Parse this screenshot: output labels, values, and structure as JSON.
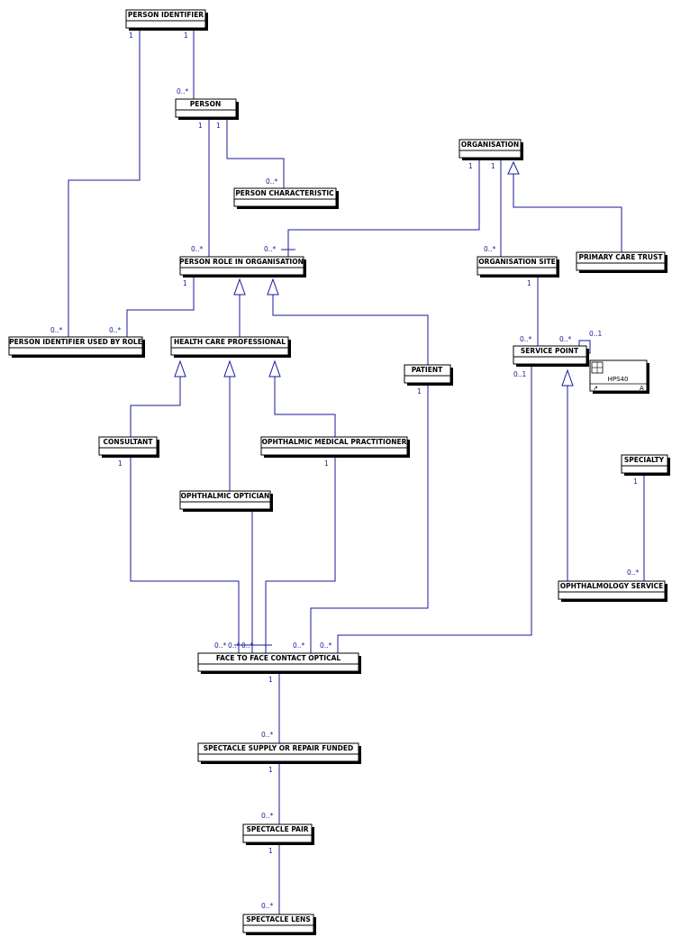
{
  "entities": {
    "person_identifier": "PERSON IDENTIFIER",
    "person": "PERSON",
    "person_characteristic": "PERSON CHARACTERISTIC",
    "organisation": "ORGANISATION",
    "person_role_in_organisation": "PERSON ROLE IN ORGANISATION",
    "organisation_site": "ORGANISATION SITE",
    "primary_care_trust": "PRIMARY CARE TRUST",
    "person_identifier_used_by_role": "PERSON IDENTIFIER USED BY ROLE",
    "health_care_professional": "HEALTH CARE PROFESSIONAL",
    "patient": "PATIENT",
    "service_point": "SERVICE POINT",
    "consultant": "CONSULTANT",
    "ophthalmic_medical_practitioner": "OPHTHALMIC MEDICAL PRACTITIONER",
    "specialty": "SPECIALTY",
    "ophthalmic_optician": "OPHTHALMIC OPTICIAN",
    "ophthalmology_service": "OPHTHALMOLOGY SERVICE",
    "face_to_face_contact_optical": "FACE TO FACE CONTACT OPTICAL",
    "spectacle_supply_or_repair_funded": "SPECTACLE SUPPLY OR REPAIR FUNDED",
    "spectacle_pair": "SPECTACLE PAIR",
    "spectacle_lens": "SPECTACLE LENS"
  },
  "reference_box": {
    "label": "HPS40",
    "corner_letter": "A"
  },
  "multiplicities": {
    "m1": "1",
    "m2": "1",
    "m3": "0..*",
    "m4": "1",
    "m5": "1",
    "m6": "0..*",
    "m7": "0..*",
    "m8": "1",
    "m9": "1",
    "m10": "0..*",
    "m11": "0..*",
    "m12": "1",
    "m13": "0..*",
    "m14": "0..*",
    "m15": "1",
    "m16": "0..*",
    "m17": "0..*",
    "m18": "0..1",
    "m19": "0..1",
    "m20": "1",
    "m21": "1",
    "m22": "1",
    "m23": "1",
    "m24": "0..*",
    "m25": "0..*",
    "m26": "0..*",
    "m27": "0..*",
    "m28": "0..*",
    "m29": "0..*",
    "m30": "1",
    "m31": "0..*",
    "m32": "1",
    "m33": "0..*",
    "m34": "1",
    "m35": "0..*"
  },
  "colors": {
    "connector": "#1a1a9a",
    "entity_border": "#000000"
  }
}
